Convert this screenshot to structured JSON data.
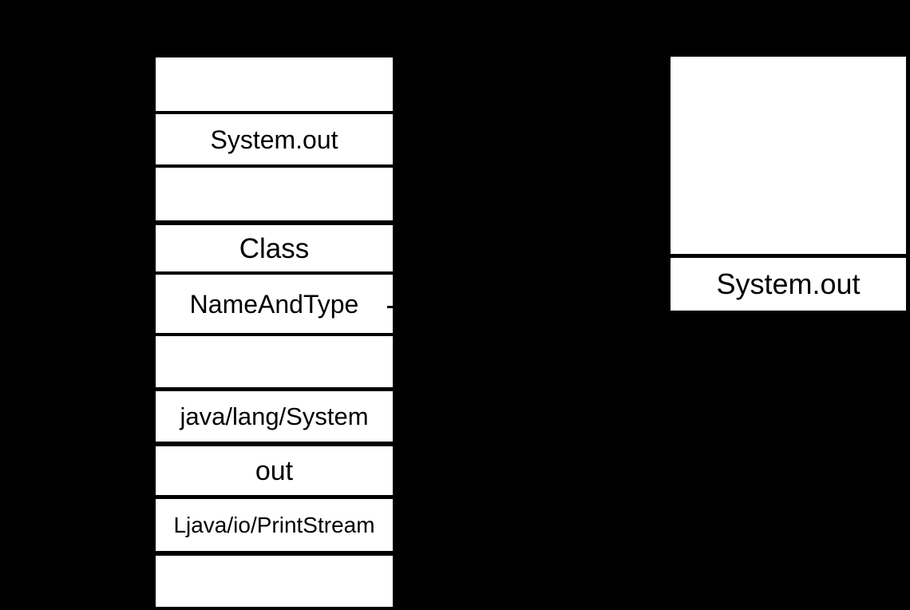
{
  "diagram": {
    "background_color": "#000000",
    "box_fill_color": "#ffffff",
    "text_color": "#000000",
    "constant_pool_column": {
      "rows": [
        {
          "label": ""
        },
        {
          "label": "System.out"
        },
        {
          "label": ""
        },
        {
          "label": "Class"
        },
        {
          "label": "NameAndType"
        },
        {
          "label": ""
        },
        {
          "label": "java/lang/System"
        },
        {
          "label": "out"
        },
        {
          "label": "Ljava/io/PrintStream"
        },
        {
          "label": ""
        }
      ]
    },
    "resolved_reference_panel": {
      "body_label": "",
      "caption": "System.out"
    }
  }
}
